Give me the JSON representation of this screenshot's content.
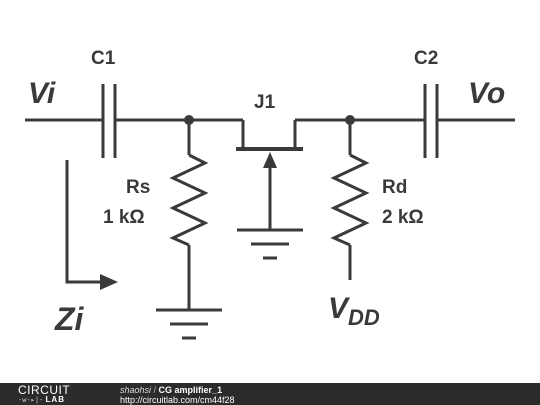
{
  "schematic": {
    "input_label": "Vi",
    "output_label": "Vo",
    "impedance_label": "Zi",
    "supply_label_main": "V",
    "supply_label_sub": "DD",
    "components": {
      "c1": {
        "ref": "C1"
      },
      "c2": {
        "ref": "C2"
      },
      "j1": {
        "ref": "J1"
      },
      "rs": {
        "ref": "Rs",
        "value": "1 kΩ"
      },
      "rd": {
        "ref": "Rd",
        "value": "2 kΩ"
      }
    },
    "colors": {
      "wire": "#3a3a3a",
      "text": "#3a3a3a"
    }
  },
  "footer": {
    "logo_top": "CIRCUIT",
    "logo_wave": "-w-▸|-",
    "logo_bottom": "LAB",
    "author": "shaohsi",
    "separator": " / ",
    "title": "CG amplifier_1",
    "url": "http://circuitlab.com/cm44f28",
    "background": "#2b2b2b"
  }
}
